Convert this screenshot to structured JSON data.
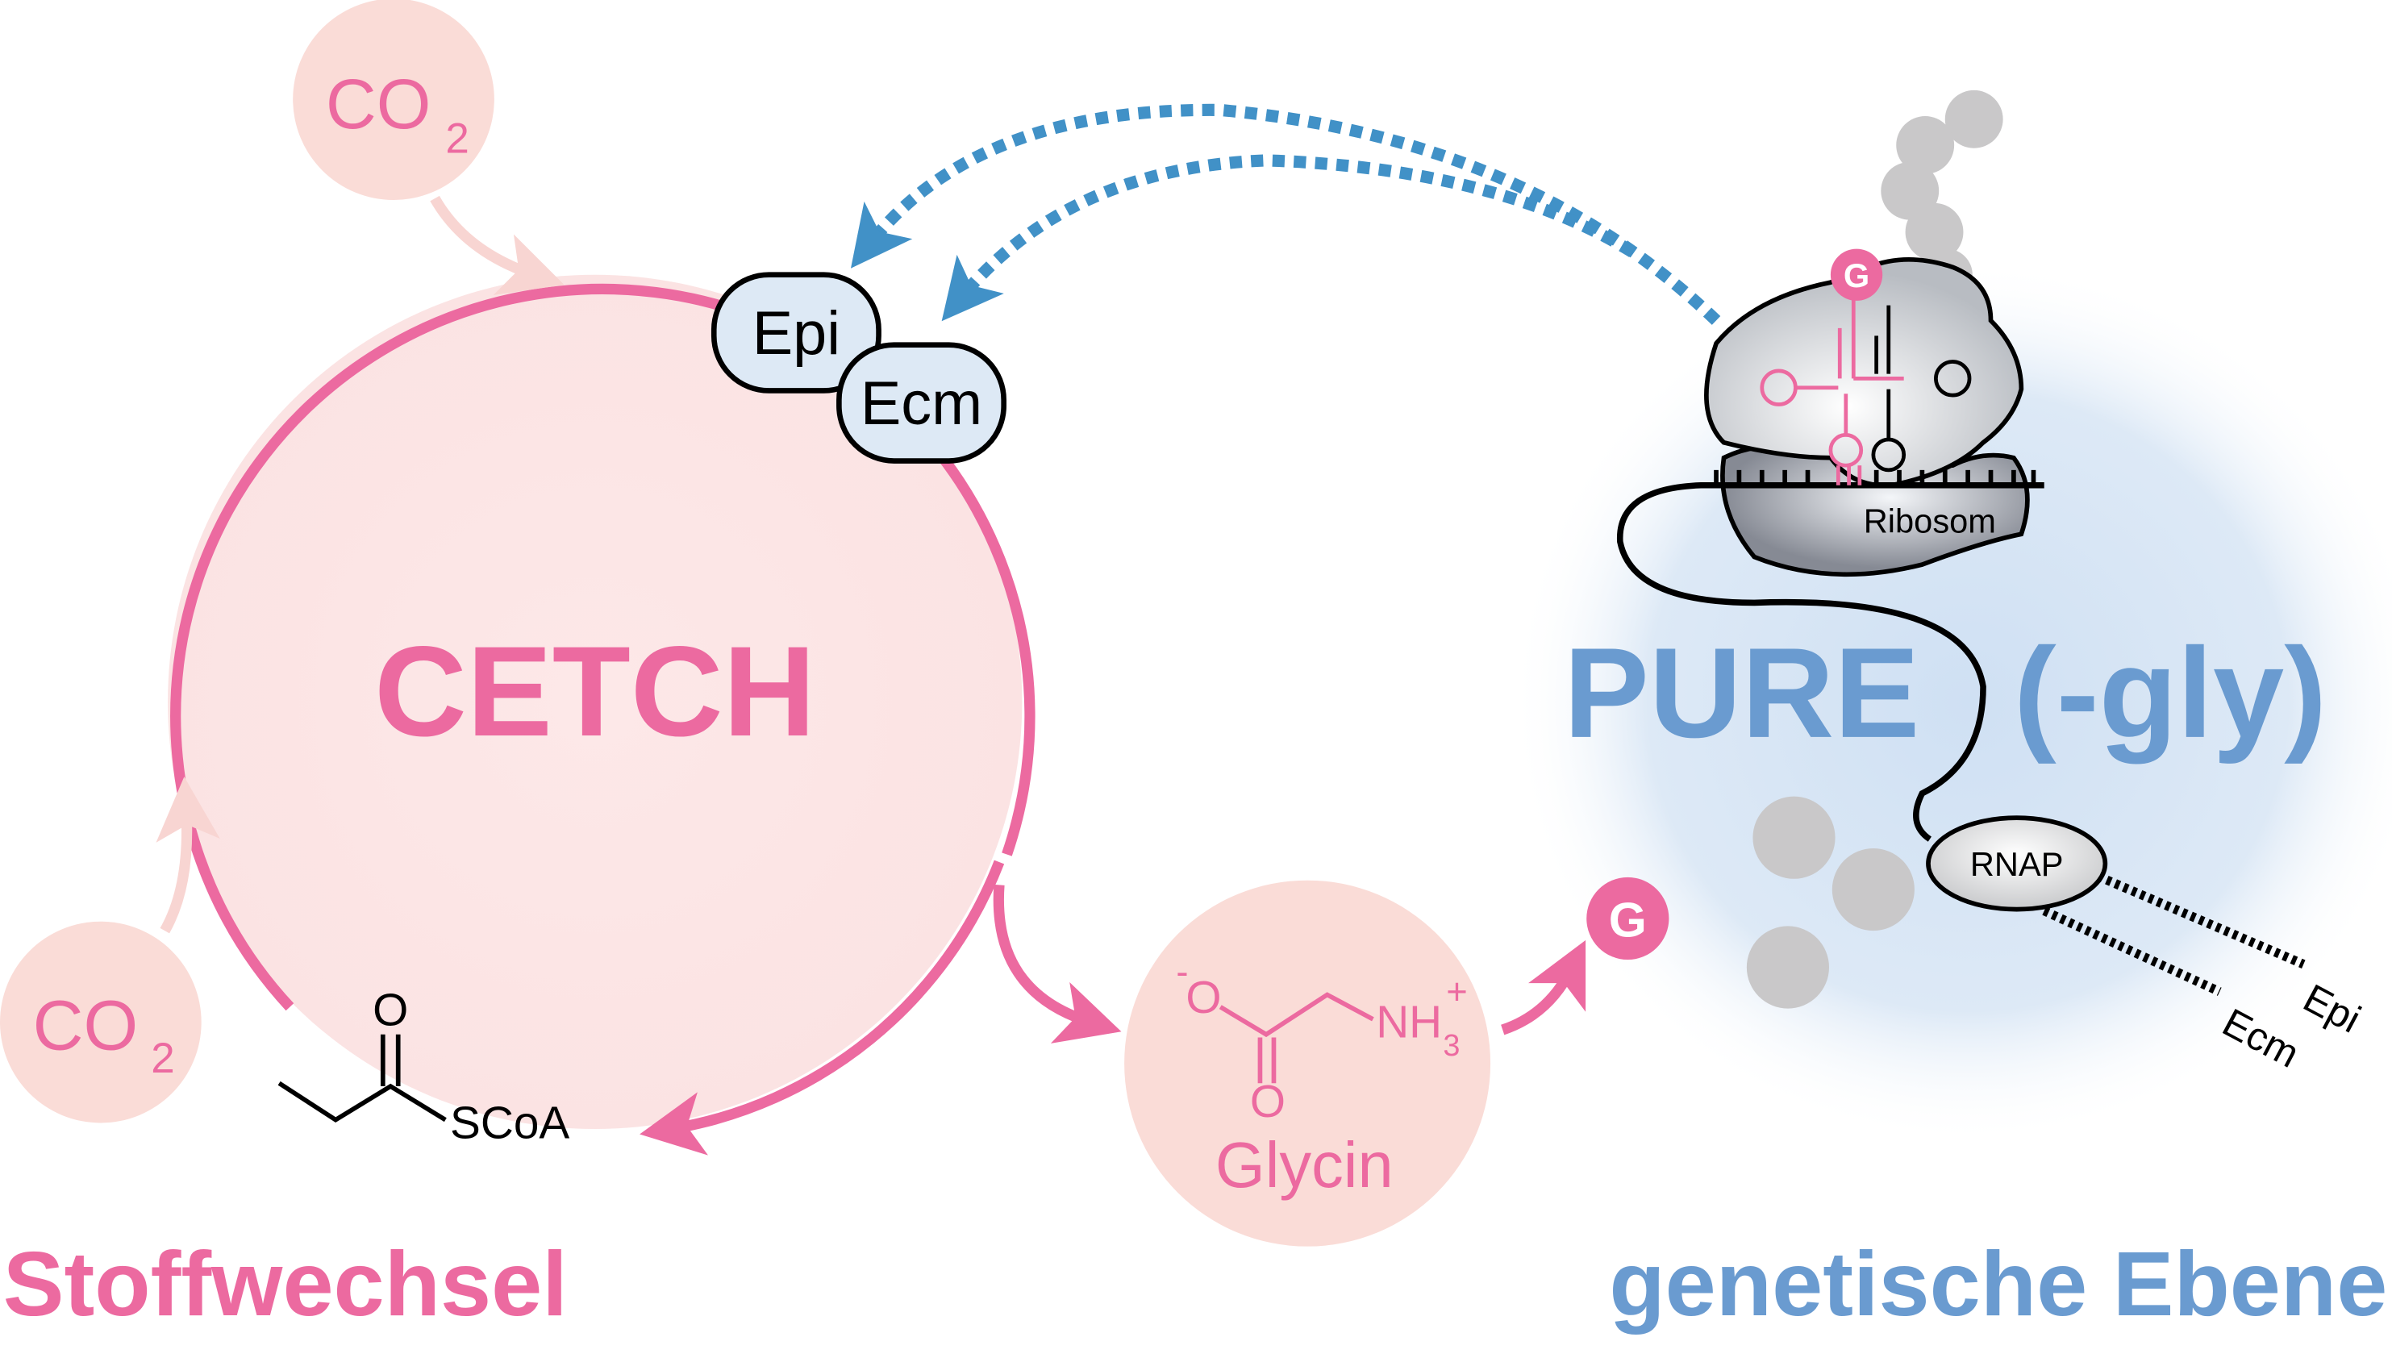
{
  "left": {
    "cycle_label": "CETCH",
    "section_label": "Stoffwechsel",
    "co2_top": {
      "main": "CO",
      "sub": "2"
    },
    "co2_bottom": {
      "main": "CO",
      "sub": "2"
    },
    "enzymes": [
      "Epi",
      "Ecm"
    ],
    "molecule": {
      "oxygen": "O",
      "group": "SCoA"
    }
  },
  "middle": {
    "glycine_label": "Glycin",
    "glycine_atoms": {
      "o_minus": "O",
      "minus": "-",
      "o": "O",
      "nh": "NH",
      "sub3": "3",
      "plus": "+"
    },
    "g_badge": "G"
  },
  "right": {
    "system_label": "PURE",
    "system_suffix": "(-gly)",
    "section_label": "genetische Ebene",
    "ribosome_label": "Ribosom",
    "trna_badge": "G",
    "rnap_label": "RNAP",
    "genes": [
      "Epi",
      "Ecm"
    ]
  },
  "colors": {
    "pink": "#ec6aa0",
    "pink_light": "#f9dcdc",
    "blue": "#4191c7",
    "blue_text": "#6a9bd0"
  }
}
